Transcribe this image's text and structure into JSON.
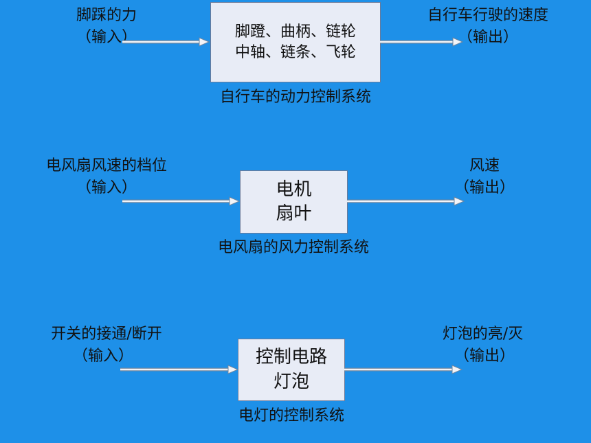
{
  "diagrams": [
    {
      "input_label": "脚踩的力",
      "input_tag": "（输入）",
      "box_lines": [
        "脚蹬、曲柄、链轮",
        "中轴、链条、飞轮"
      ],
      "output_label": "自行车行驶的速度",
      "output_tag": "（输出）",
      "caption": "自行车的动力控制系统"
    },
    {
      "input_label": "电风扇风速的档位",
      "input_tag": "（输入）",
      "box_lines": [
        "电机",
        "扇叶"
      ],
      "output_label": "风速",
      "output_tag": "（输出）",
      "caption": "电风扇的风力控制系统"
    },
    {
      "input_label": "开关的接通/断开",
      "input_tag": "（输入）",
      "box_lines": [
        "控制电路",
        "灯泡"
      ],
      "output_label": "灯泡的亮/灭",
      "output_tag": "（输出）",
      "caption": "电灯的控制系统"
    }
  ]
}
